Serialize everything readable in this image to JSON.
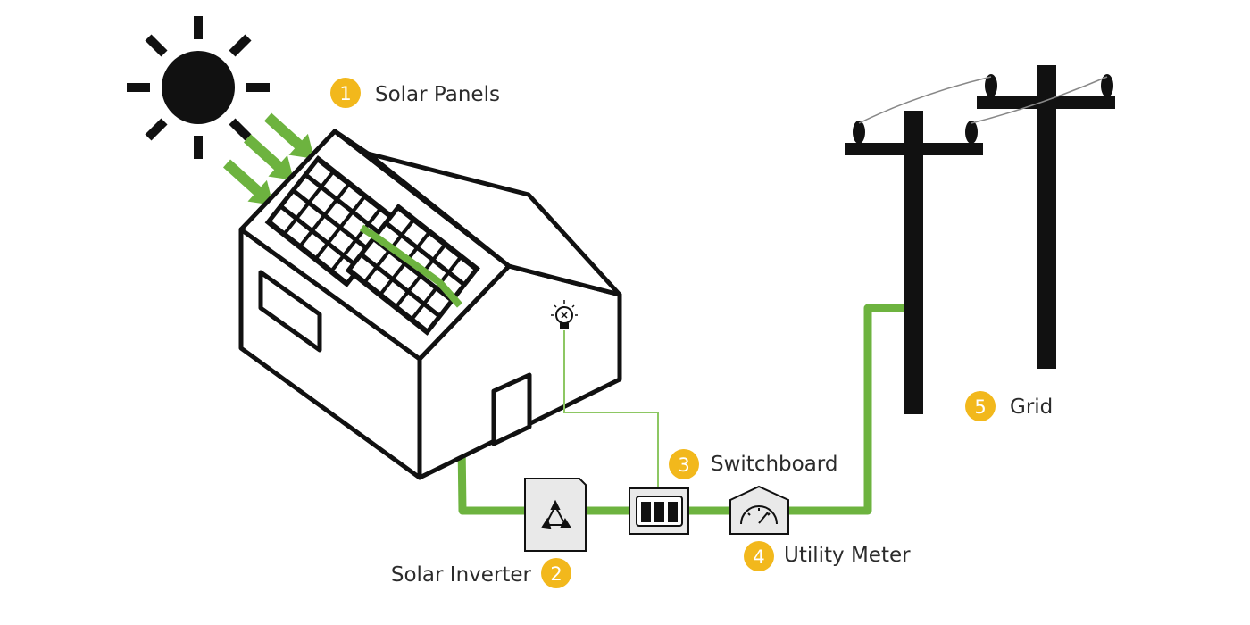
{
  "colors": {
    "power_line": "#6db33f",
    "wire": "#8dc763",
    "outline": "#111111",
    "badge": "#f2b81c",
    "device_fill": "#e9e9e9",
    "label": "#2b2b2b"
  },
  "components": [
    {
      "number": "1",
      "label": "Solar Panels",
      "icon": "solar-panel-icon"
    },
    {
      "number": "2",
      "label": "Solar Inverter",
      "icon": "recycle-icon"
    },
    {
      "number": "3",
      "label": "Switchboard",
      "icon": "switchboard-icon"
    },
    {
      "number": "4",
      "label": "Utility Meter",
      "icon": "gauge-icon"
    },
    {
      "number": "5",
      "label": "Grid",
      "icon": "utility-pole-icon"
    }
  ],
  "icons": {
    "sun": "sun-icon",
    "house": "house-icon",
    "light": "lightbulb-icon",
    "sunlight": "arrow-icon"
  }
}
